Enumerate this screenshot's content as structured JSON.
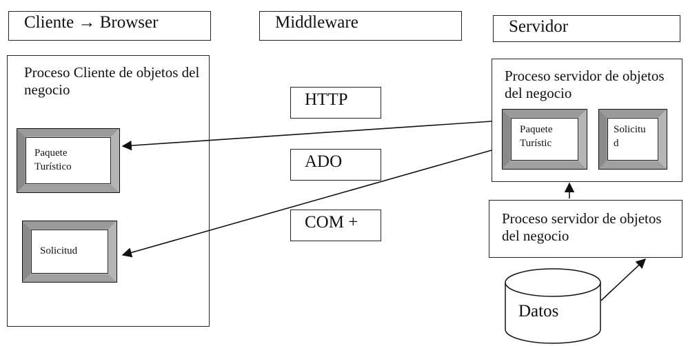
{
  "headers": {
    "client": "Cliente → Browser",
    "middleware": "Middleware",
    "server": "Servidor"
  },
  "client_process": {
    "title": "Proceso Cliente de objetos del negocio",
    "components": [
      {
        "line1": "Paquete",
        "line2": "Turístico"
      },
      {
        "line1": "Solicitud",
        "line2": ""
      }
    ]
  },
  "middleware_protocols": [
    "HTTP",
    "ADO",
    "COM +"
  ],
  "server_process": {
    "title": "Proceso servidor de objetos del negocio",
    "components": [
      {
        "line1": "Paquete",
        "line2": "Turístic"
      },
      {
        "line1": "Solicitu",
        "line2": "d"
      }
    ]
  },
  "data_process": {
    "title": "Proceso servidor de objetos del negocio"
  },
  "database": {
    "label": "Datos"
  }
}
